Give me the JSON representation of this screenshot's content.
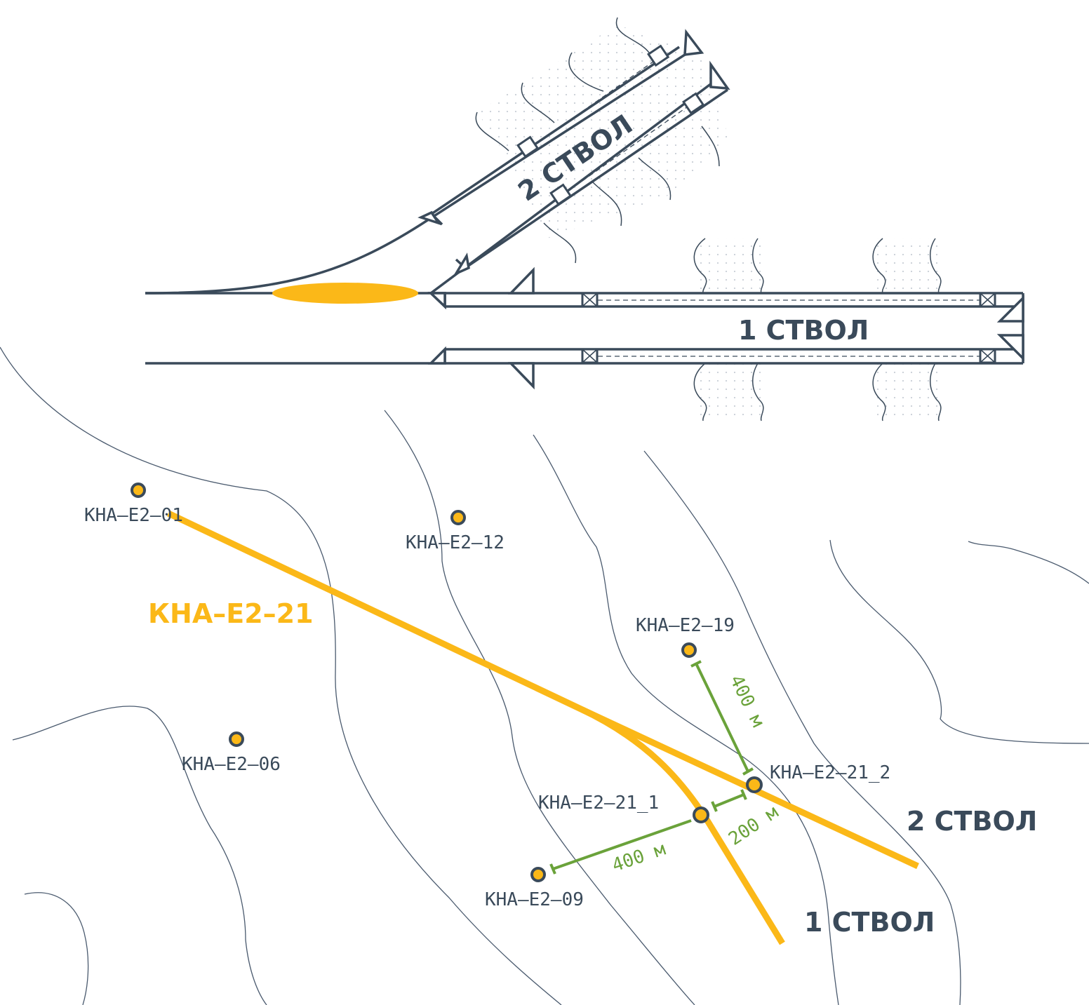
{
  "colors": {
    "ink": "#3a4a5a",
    "accent": "#fbb818",
    "measure": "#6aa23a",
    "contour": "#4a5a6e",
    "dots": "#c8ced6"
  },
  "schematic": {
    "bore1_label": "1 СТВОЛ",
    "bore2_label": "2 СТВОЛ"
  },
  "map": {
    "main_well_label": "КНА–Е2–21",
    "wells": [
      {
        "label": "КНА–Е2–01"
      },
      {
        "label": "КНА–Е2–12"
      },
      {
        "label": "КНА–Е2–19"
      },
      {
        "label": "КНА–Е2–06"
      },
      {
        "label": "КНА–Е2–09"
      },
      {
        "label": "КНА–Е2–21_1"
      },
      {
        "label": "КНА–Е2–21_2"
      }
    ],
    "distances": [
      {
        "label": "400 м"
      },
      {
        "label": "200 м"
      },
      {
        "label": "400 м"
      }
    ],
    "branch2_label": "2 СТВОЛ",
    "branch1_label": "1 СТВОЛ"
  }
}
